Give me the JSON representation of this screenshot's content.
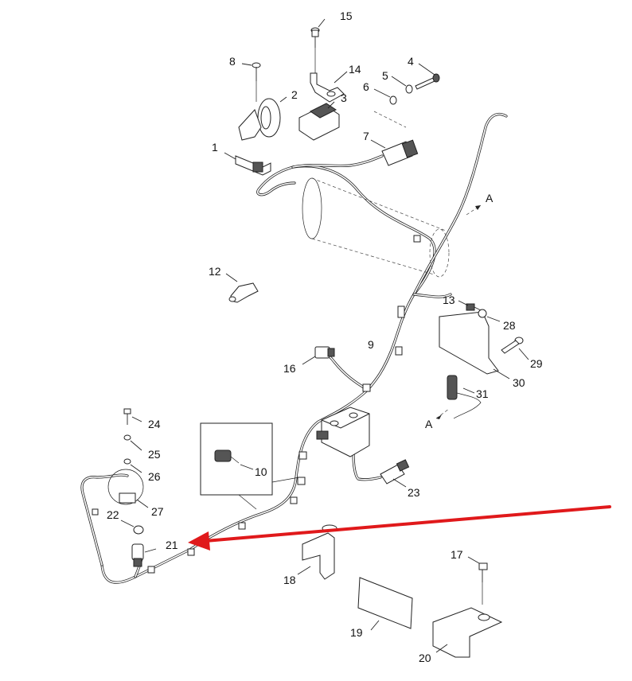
{
  "labels": {
    "p1": "1",
    "p2": "2",
    "p3": "3",
    "p4": "4",
    "p5": "5",
    "p6": "6",
    "p7": "7",
    "p8": "8",
    "p9": "9",
    "p10": "10",
    "p12": "12",
    "p13": "13",
    "p14": "14",
    "p15": "15",
    "p16": "16",
    "p17": "17",
    "p18": "18",
    "p19": "19",
    "p20": "20",
    "p21": "21",
    "p22": "22",
    "p23": "23",
    "p24": "24",
    "p25": "25",
    "p26": "26",
    "p27": "27",
    "p28": "28",
    "p29": "29",
    "p30": "30",
    "p31": "31",
    "refA1": "A",
    "refA2": "A"
  },
  "highlight": {
    "target": "21",
    "arrow_color": "#e0191b"
  }
}
